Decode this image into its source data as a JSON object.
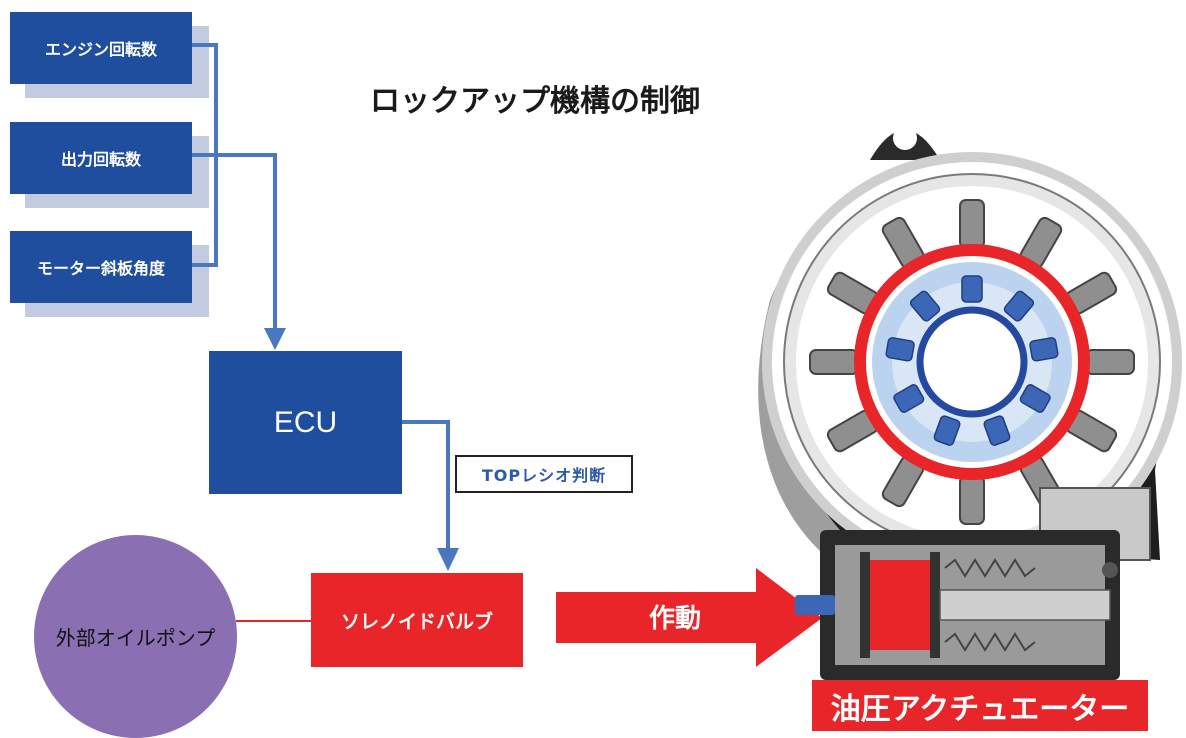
{
  "title": "ロックアップ機構の制御",
  "inputs": [
    {
      "label": "エンジン回転数"
    },
    {
      "label": "出力回転数"
    },
    {
      "label": "モーター斜板角度"
    }
  ],
  "ecu": {
    "label": "ECU"
  },
  "judgement": {
    "label": "TOPレシオ判断"
  },
  "pump": {
    "label": "外部オイルポンプ"
  },
  "valve": {
    "label": "ソレノイドバルブ"
  },
  "action": {
    "label": "作動"
  },
  "actuator": {
    "label": "油圧アクチュエーター"
  },
  "colors": {
    "blue": "#1f4e9f",
    "red": "#e8262a",
    "purple": "#8a6fb3",
    "connector": "#4a78c0"
  }
}
